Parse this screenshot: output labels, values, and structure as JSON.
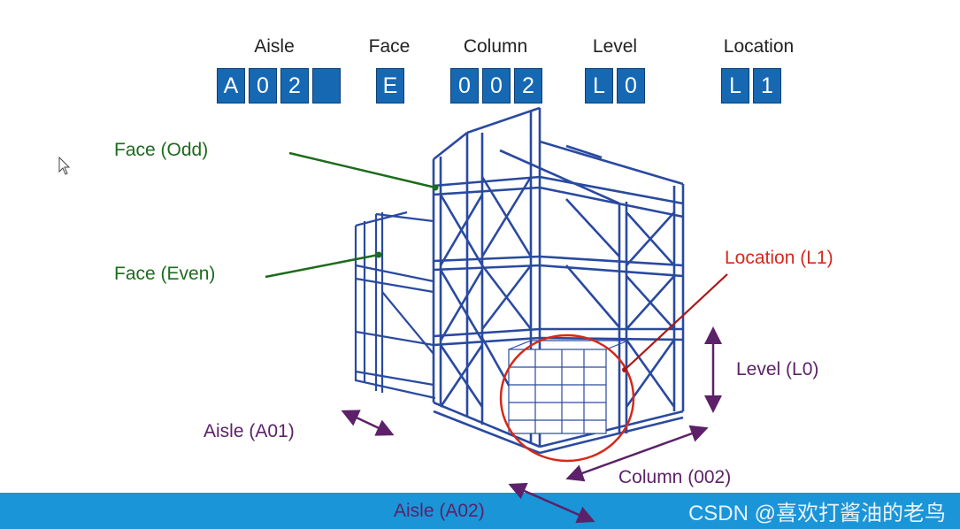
{
  "code": {
    "aisle": {
      "header": "Aisle",
      "chars": [
        "A",
        "0",
        "2",
        ""
      ]
    },
    "face": {
      "header": "Face",
      "chars": [
        "E"
      ]
    },
    "column": {
      "header": "Column",
      "chars": [
        "0",
        "0",
        "2"
      ]
    },
    "level": {
      "header": "Level",
      "chars": [
        "L",
        "0"
      ]
    },
    "location": {
      "header": "Location",
      "chars": [
        "L",
        "1"
      ]
    }
  },
  "labels": {
    "face_odd": "Face (Odd)",
    "face_even": "Face (Even)",
    "location": "Location (L1)",
    "level": "Level (L0)",
    "aisle_a01": "Aisle (A01)",
    "column": "Column (002)",
    "aisle_a02": "Aisle (A02)"
  },
  "watermark": "CSDN @喜欢打酱油的老鸟",
  "colors": {
    "box_fill": "#1668b3",
    "rack": "#2a4aa0",
    "green": "#1d6b1d",
    "red": "#d42a1b",
    "purple": "#5c2168",
    "bottom_bar": "#1a95d8"
  },
  "icons": [
    "mouse-cursor-icon"
  ]
}
